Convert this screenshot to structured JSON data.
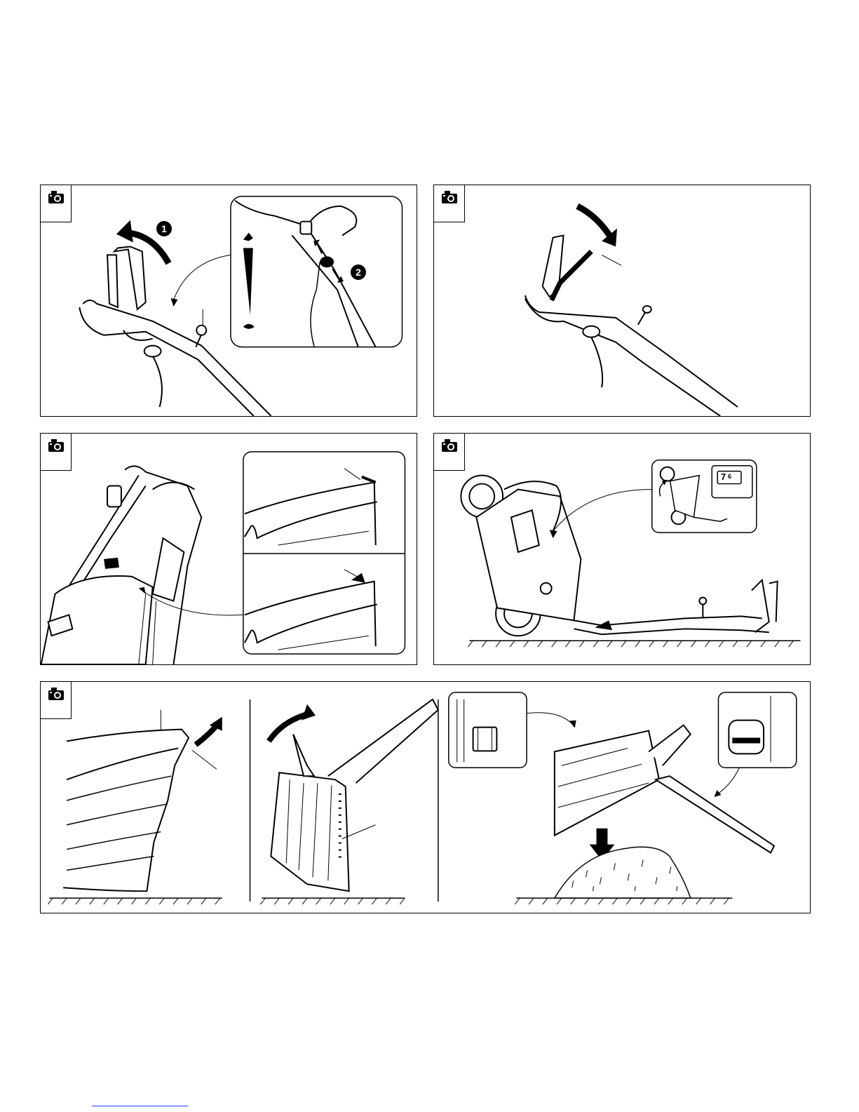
{
  "panels": {
    "p1": {
      "step_1": "1",
      "step_2": "2",
      "icon": "camera-icon"
    },
    "p2": {
      "icon": "camera-icon"
    },
    "p3": {
      "icon": "camera-icon"
    },
    "p4": {
      "icon": "camera-icon",
      "height_setting": "7",
      "height_setting_small": "6"
    },
    "p5": {
      "icon": "camera-icon"
    }
  },
  "colors": {
    "line": "#000000",
    "link_underline": "#1a3cff"
  }
}
